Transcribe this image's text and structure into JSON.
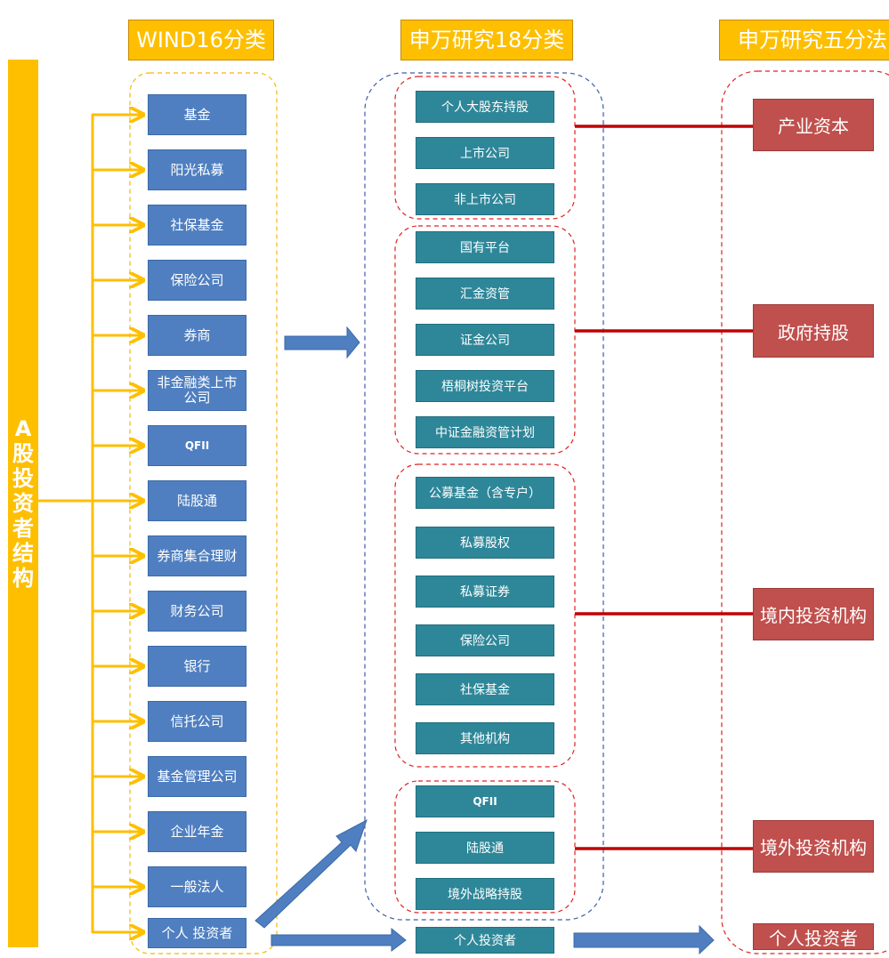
{
  "headers": {
    "wind": "WIND16分类",
    "sw18": "申万研究18分类",
    "sw5": "申万研究五分法"
  },
  "left_label": [
    "A",
    "股",
    "投",
    "资",
    "者",
    "结",
    "构"
  ],
  "wind16": [
    "基金",
    "阳光私募",
    "社保基金",
    "保险公司",
    "券商",
    "非金融类上市公司",
    "QFII",
    "陆股通",
    "券商集合理财",
    "财务公司",
    "银行",
    "信托公司",
    "基金管理公司",
    "企业年金",
    "一般法人",
    "个人 投资者"
  ],
  "sw18": {
    "industry_capital": [
      "个人大股东持股",
      "上市公司",
      "非上市公司"
    ],
    "government": [
      "国有平台",
      "汇金资管",
      "证金公司",
      "梧桐树投资平台",
      "中证金融资管计划"
    ],
    "domestic_institutions": [
      "公募基金（含专户）",
      "私募股权",
      "私募证券",
      "保险公司",
      "社保基金",
      "其他机构"
    ],
    "foreign_institutions": [
      "QFII",
      "陆股通",
      "境外战略持股"
    ],
    "individual": "个人投资者"
  },
  "sw5": [
    "产业资本",
    "政府持股",
    "境内投资机构",
    "境外投资机构",
    "个人投资者"
  ],
  "colors": {
    "yellow": "#fdbf00",
    "wind_blue": "#4f7fc0",
    "teal": "#2e8799",
    "red_box": "#c0504d",
    "red_line": "#c00000",
    "blue_dash": "#3a5ea8",
    "red_dash": "#e02020",
    "yellow_dash": "#f6b800",
    "arrow_blue": "#4f7fc0"
  }
}
